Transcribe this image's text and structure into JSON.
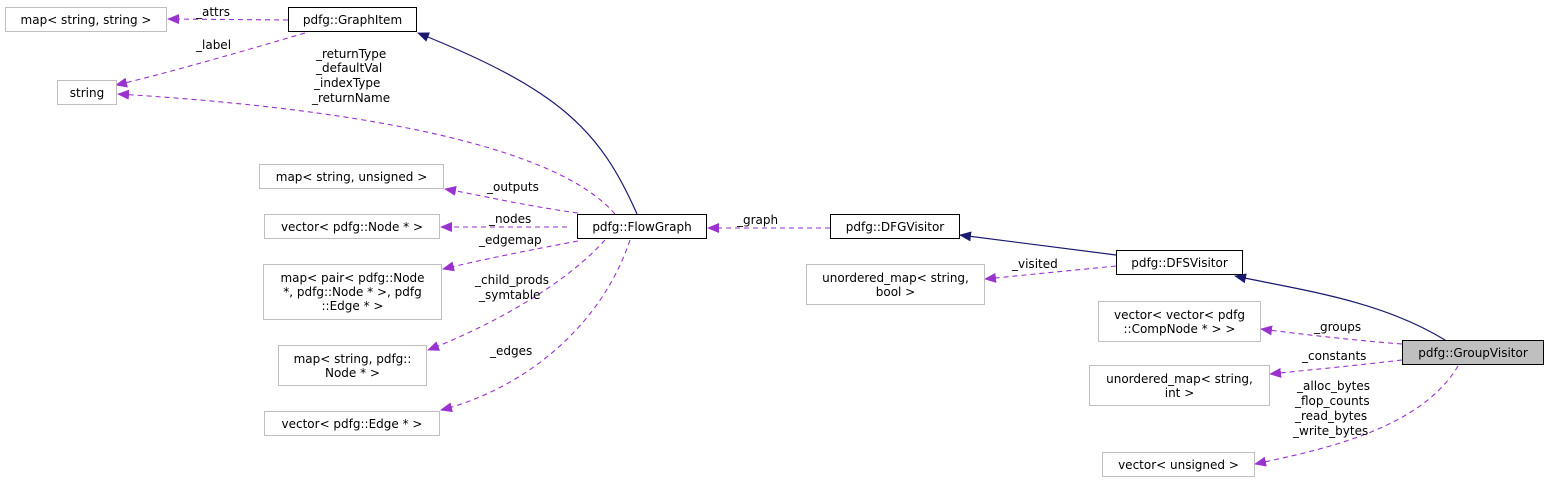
{
  "colors": {
    "inheritance_edge": "#191970",
    "member_edge": "#9a32cd",
    "external_border": "#bfbfbf",
    "focus_fill": "#bfbfbf"
  },
  "nodes": {
    "map_string_string": "map< string, string >",
    "graph_item": "pdfg::GraphItem",
    "string": "string",
    "map_string_unsigned": "map< string, unsigned >",
    "vector_node_ptr": "vector< pdfg::Node * >",
    "map_pair_edge": [
      "map< pair< pdfg::Node",
      "*, pdfg::Node * >, pdfg",
      "::Edge * >"
    ],
    "map_string_node": [
      "map< string, pdfg::",
      "Node * >"
    ],
    "vector_edge_ptr": "vector< pdfg::Edge * >",
    "flow_graph": "pdfg::FlowGraph",
    "dfg_visitor": "pdfg::DFGVisitor",
    "dfs_visitor": "pdfg::DFSVisitor",
    "unordered_map_string_bool": [
      "unordered_map< string,",
      "bool >"
    ],
    "vector_vector_compnode": [
      "vector< vector< pdfg",
      "::CompNode * > >"
    ],
    "unordered_map_string_int": [
      "unordered_map< string,",
      "int >"
    ],
    "vector_unsigned": "vector< unsigned >",
    "group_visitor": "pdfg::GroupVisitor"
  },
  "edge_labels": {
    "attrs": "_attrs",
    "label": "_label",
    "return_type": [
      "_returnType",
      "_defaultVal",
      "_indexType",
      "_returnName"
    ],
    "outputs": "_outputs",
    "nodes": "_nodes",
    "edgemap": "_edgemap",
    "child_prods": [
      "_child_prods",
      "_symtable"
    ],
    "edges": "_edges",
    "graph": "_graph",
    "visited": "_visited",
    "groups": "_groups",
    "constants": "_constants",
    "byte_counts": [
      "_alloc_bytes",
      "_flop_counts",
      "_read_bytes",
      "_write_bytes"
    ]
  }
}
